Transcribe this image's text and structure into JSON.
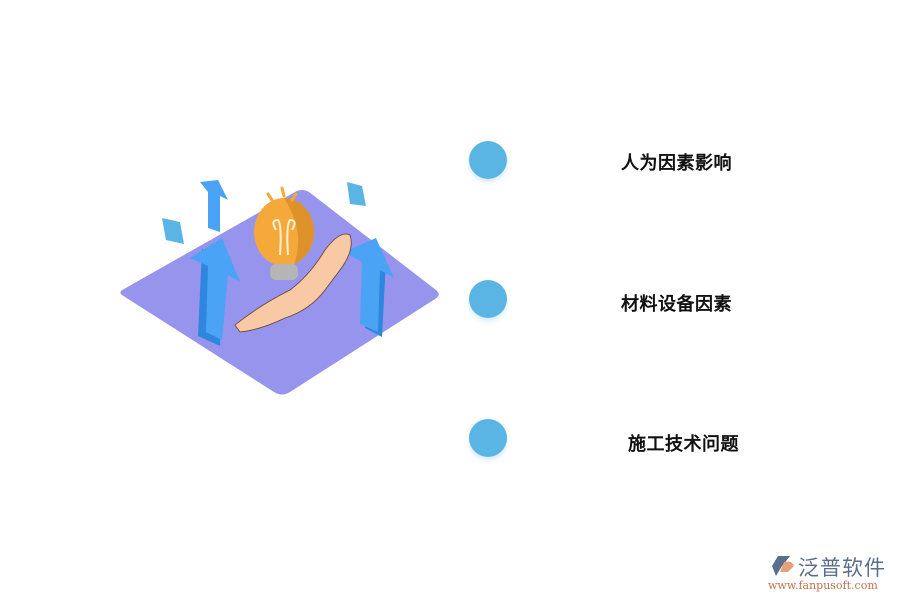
{
  "items": [
    {
      "label": "人为因素影响"
    },
    {
      "label": "材料设备因素"
    },
    {
      "label": "施工技术问题"
    }
  ],
  "logo": {
    "name": "泛普软件",
    "url": "www.fanpusoft.com"
  },
  "colors": {
    "dot": "#5bb5e4",
    "platform": "#9694ec",
    "arrow": "#4aa3f5",
    "bulb": "#f5a93a",
    "hand": "#f8c9a4",
    "logo_text": "#5a6f8d",
    "logo_url": "#c0714f"
  }
}
